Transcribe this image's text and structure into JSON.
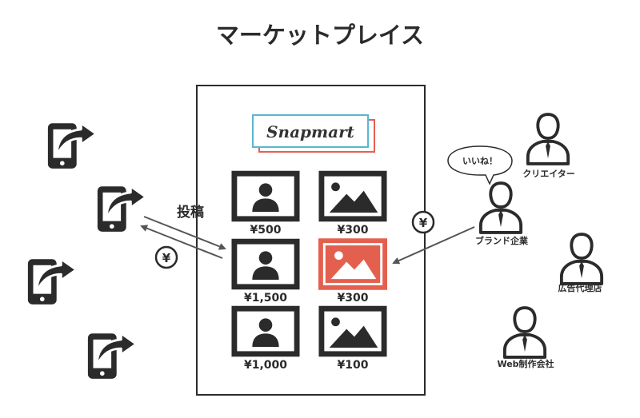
{
  "title": "マーケットプレイス",
  "logo_text": "Snapmart",
  "post_label": "投稿",
  "yen_symbol": "¥",
  "speech_bubble": "いいね！",
  "photos": [
    {
      "price": "¥500",
      "type": "person-icon",
      "highlight": false
    },
    {
      "price": "¥300",
      "type": "landscape-icon",
      "highlight": false
    },
    {
      "price": "¥1,500",
      "type": "person-icon",
      "highlight": false
    },
    {
      "price": "¥300",
      "type": "landscape-icon",
      "highlight": true
    },
    {
      "price": "¥1,000",
      "type": "person-icon",
      "highlight": false
    },
    {
      "price": "¥100",
      "type": "landscape-icon",
      "highlight": false
    }
  ],
  "buyers": [
    {
      "label": "クリエイター"
    },
    {
      "label": "ブランド企業"
    },
    {
      "label": "広告代理店"
    },
    {
      "label": "Web制作会社"
    }
  ],
  "colors": {
    "dark": "#2b2b2b",
    "highlight": "#e4604e",
    "logo_blue": "#59b7cf",
    "logo_red": "#e4604e"
  }
}
